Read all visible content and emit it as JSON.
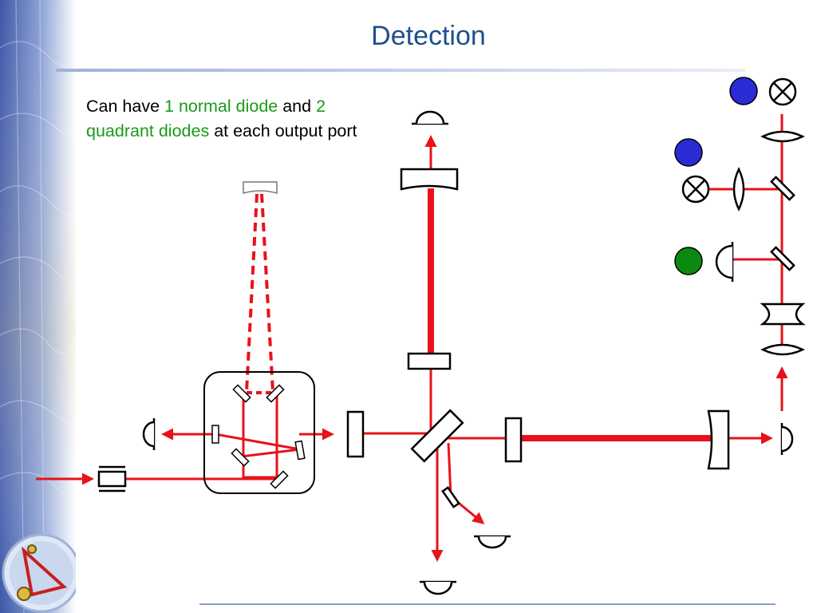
{
  "slide": {
    "title": "Detection"
  },
  "intro": {
    "t1": "Can have ",
    "h1": "1 normal diode",
    "t2": " and ",
    "h2": "2 quadrant diodes",
    "t3": " at each output port"
  },
  "colors": {
    "title": "#1f4e8c",
    "highlight": "#1a9a1a",
    "beam": "#e8121a",
    "quadrant_marker": "#2b2bd6",
    "normal_marker": "#0a8a10"
  },
  "legend_markers": [
    {
      "kind": "quadrant-diode",
      "color": "#2b2bd6"
    },
    {
      "kind": "quadrant-diode",
      "color": "#2b2bd6"
    },
    {
      "kind": "normal-diode",
      "color": "#0a8a10"
    }
  ]
}
